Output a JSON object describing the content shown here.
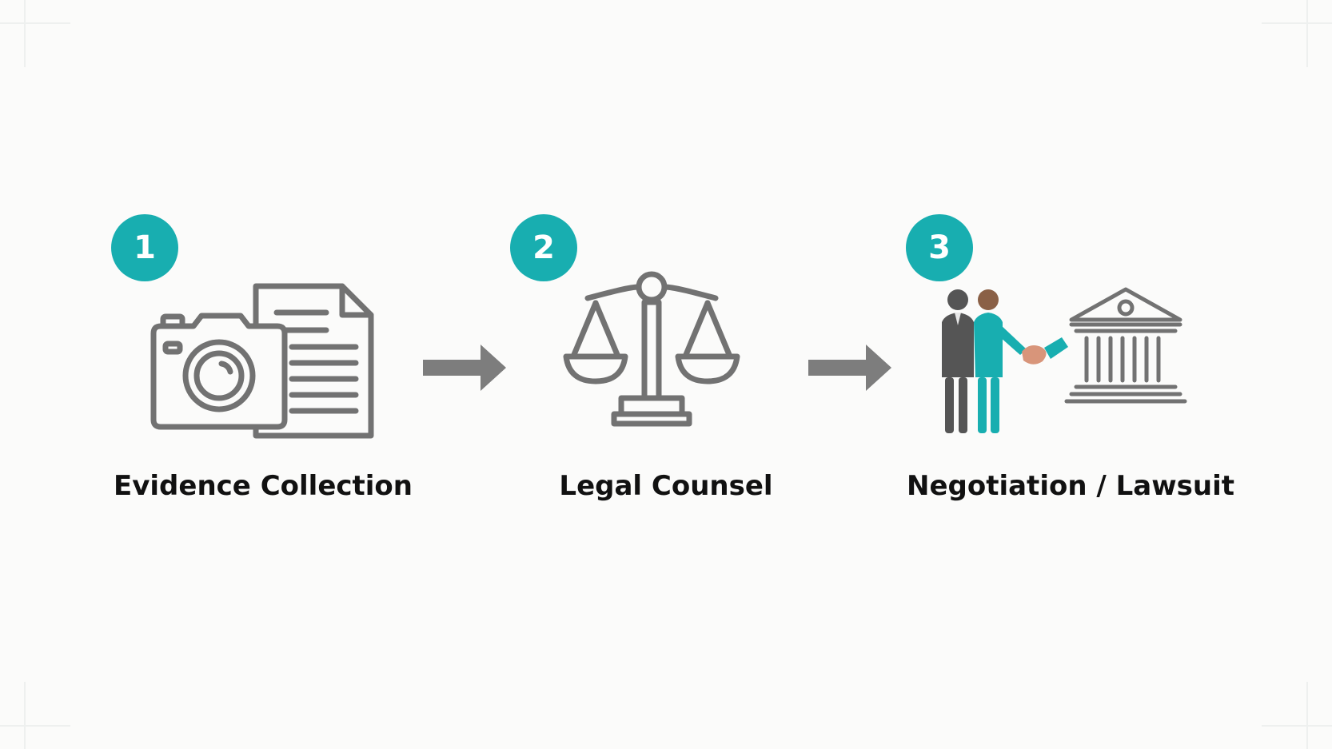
{
  "colors": {
    "accent": "#18aeb0",
    "icon_stroke": "#727272",
    "arrow_fill": "#7d7d7d",
    "text": "#111111",
    "background": "#fbfbfa",
    "person_dark": "#555555",
    "person_skin_left": "#6a6a6a",
    "person_skin_right": "#8a6046",
    "hand_skin": "#d8957a"
  },
  "steps": [
    {
      "number": "1",
      "label": "Evidence Collection",
      "icon": "camera-and-document-icon"
    },
    {
      "number": "2",
      "label": "Legal Counsel",
      "icon": "scales-of-justice-icon"
    },
    {
      "number": "3",
      "label": "Negotiation / Lawsuit",
      "icon": "handshake-courthouse-icon"
    }
  ],
  "connectors": [
    {
      "icon": "arrow-right-icon"
    },
    {
      "icon": "arrow-right-icon"
    }
  ]
}
